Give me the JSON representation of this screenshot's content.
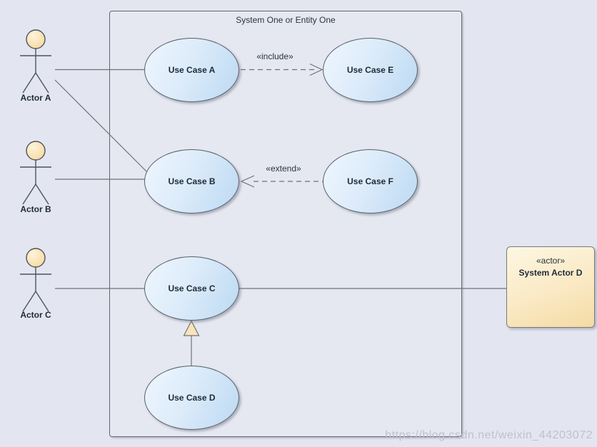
{
  "diagram": {
    "type": "uml-use-case-diagram",
    "boundary_title": "System One or Entity One",
    "actors": [
      {
        "id": "actor-a",
        "label": "Actor A"
      },
      {
        "id": "actor-b",
        "label": "Actor B"
      },
      {
        "id": "actor-c",
        "label": "Actor C"
      }
    ],
    "use_cases": [
      {
        "id": "use-case-a",
        "label": "Use Case A"
      },
      {
        "id": "use-case-e",
        "label": "Use Case E"
      },
      {
        "id": "use-case-b",
        "label": "Use Case B"
      },
      {
        "id": "use-case-f",
        "label": "Use Case F"
      },
      {
        "id": "use-case-c",
        "label": "Use Case C"
      },
      {
        "id": "use-case-d",
        "label": "Use Case D"
      }
    ],
    "system_actor": {
      "stereotype": "«actor»",
      "label": "System Actor D"
    },
    "connectors": [
      {
        "from": "Actor A",
        "to": "Use Case A",
        "type": "association"
      },
      {
        "from": "Actor A",
        "to": "Use Case B",
        "type": "association"
      },
      {
        "from": "Actor B",
        "to": "Use Case B",
        "type": "association"
      },
      {
        "from": "Actor C",
        "to": "Use Case C",
        "type": "association"
      },
      {
        "from": "Use Case C",
        "to": "System Actor D",
        "type": "association"
      },
      {
        "from": "Use Case A",
        "to": "Use Case E",
        "type": "dependency",
        "stereotype": "«include»"
      },
      {
        "from": "Use Case F",
        "to": "Use Case B",
        "type": "dependency",
        "stereotype": "«extend»"
      },
      {
        "from": "Use Case D",
        "to": "Use Case C",
        "type": "generalization"
      }
    ],
    "watermark": "https://blog.csdn.net/weixin_44203072",
    "colors": {
      "background": "#e3e6f0",
      "use_case_fill_light": "#eef6fe",
      "use_case_fill_dark": "#bcd9f2",
      "use_case_border": "#596069",
      "actor_head_light": "#fdf4da",
      "actor_head_dark": "#f7d9a0",
      "system_actor_fill_top": "#fdf7e2",
      "system_actor_fill_bottom": "#f4dba4",
      "generalization_arrow_fill": "#f8e4b8",
      "line": "#6f7276",
      "text": "#1f2a36",
      "watermark_text": "#bbc0cc"
    }
  }
}
